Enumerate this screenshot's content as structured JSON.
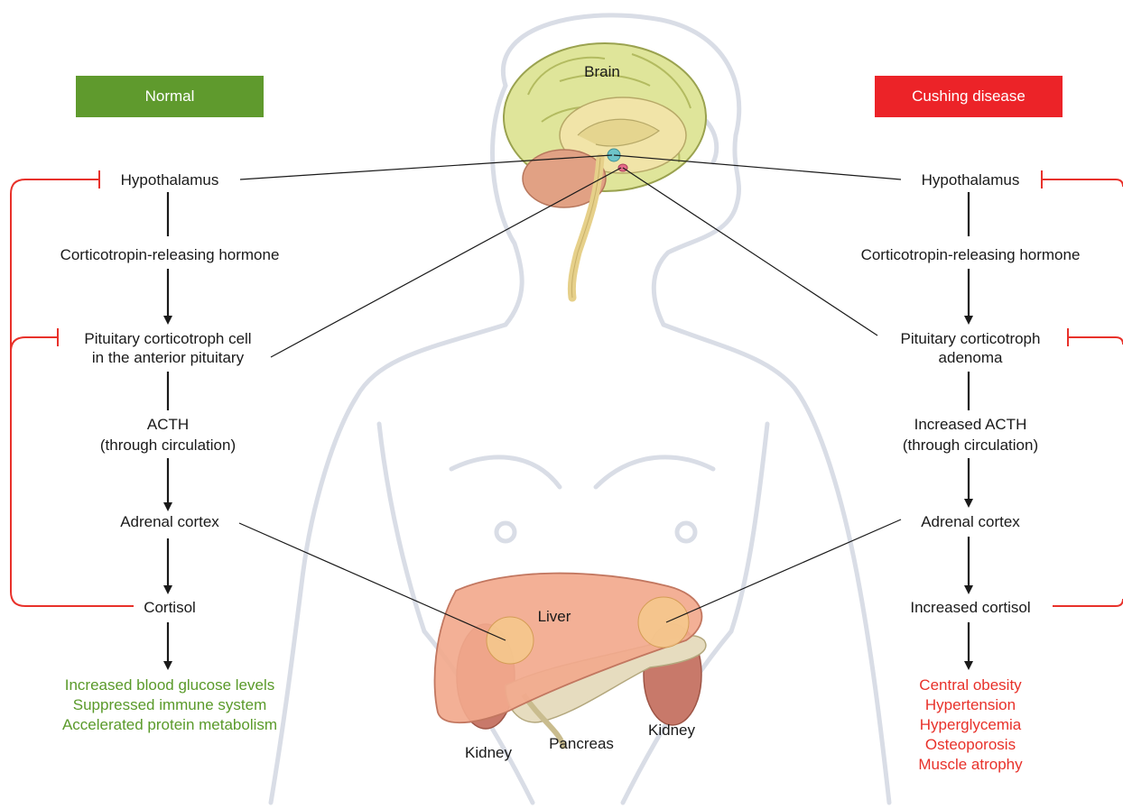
{
  "headers": {
    "normal": "Normal",
    "cushing": "Cushing disease"
  },
  "colors": {
    "normal_header": "#5f9a2d",
    "cushing_header": "#ec2328",
    "feedback_line": "#e8312a",
    "effects_normal": "#5a9a2a",
    "effects_cushing": "#e8312a",
    "arrow": "#1a1a1a"
  },
  "organs": {
    "brain": "Brain",
    "liver": "Liver",
    "pancreas": "Pancreas",
    "kidney_left": "Kidney",
    "kidney_right": "Kidney"
  },
  "normal": {
    "hypothalamus": "Hypothalamus",
    "crh": "Corticotropin-releasing hormone",
    "pituitary_line1": "Pituitary corticotroph cell",
    "pituitary_line2": "in the anterior pituitary",
    "acth_line1": "ACTH",
    "acth_line2": "(through circulation)",
    "adrenal": "Adrenal cortex",
    "cortisol": "Cortisol",
    "effects": [
      "Increased blood glucose levels",
      "Suppressed immune system",
      "Accelerated protein metabolism"
    ]
  },
  "cushing": {
    "hypothalamus": "Hypothalamus",
    "crh": "Corticotropin-releasing hormone",
    "pituitary_line1": "Pituitary corticotroph",
    "pituitary_line2": "adenoma",
    "acth_line1": "Increased ACTH",
    "acth_line2": "(through circulation)",
    "adrenal": "Adrenal cortex",
    "cortisol": "Increased cortisol",
    "effects": [
      "Central obesity",
      "Hypertension",
      "Hyperglycemia",
      "Osteoporosis",
      "Muscle atrophy"
    ]
  }
}
